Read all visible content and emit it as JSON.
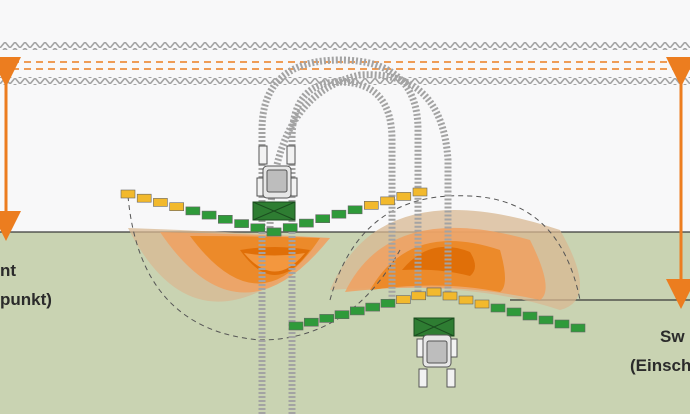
{
  "colors": {
    "field": "#c9d3b2",
    "headland": "#f8f8f9",
    "arrow": "#ec7d1f",
    "dashed_line": "#ec7d1f",
    "track": "#aaaaaa",
    "section_on": "#2f9a3a",
    "section_off": "#f2b92d",
    "overlap_dark": "#e5730b",
    "overlap_mid": "#f08a2e",
    "overlap_light": "#f5c99b",
    "overlap_pale": "#e6c8a6",
    "implement": "#2e7d32",
    "tractor": "#e7e7e7"
  },
  "labels": {
    "left_line1": "nt",
    "left_line2": "punkt)",
    "right_line1": "Sw",
    "right_line2": "(Einsch"
  },
  "icons": {
    "tractor_top": "tractor-icon",
    "tractor_bottom": "tractor-icon"
  }
}
